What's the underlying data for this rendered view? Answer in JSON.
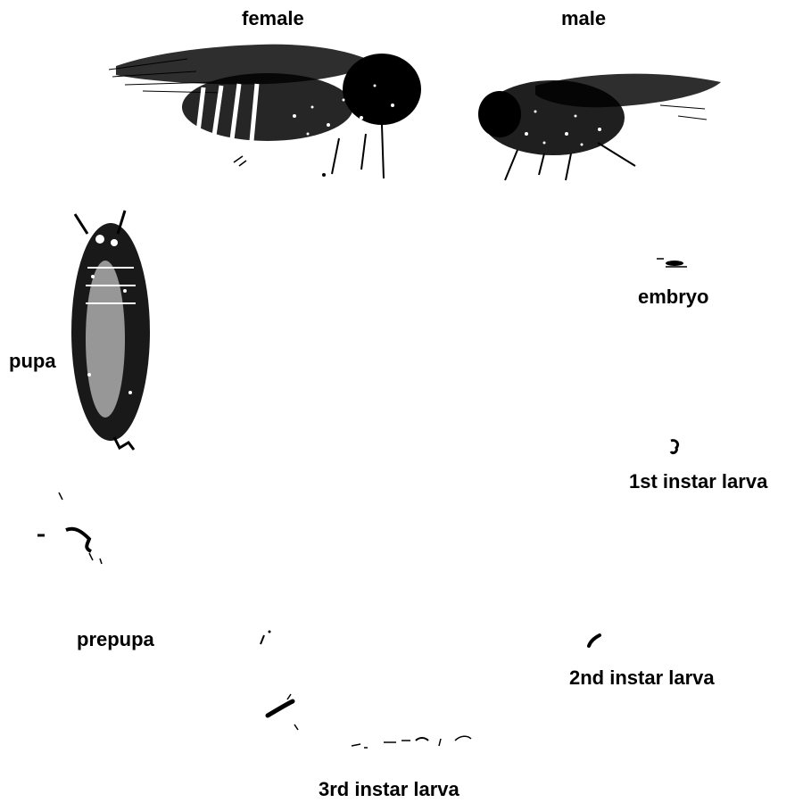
{
  "figure": {
    "background": "#ffffff",
    "ink_color": "#000000",
    "stages": {
      "female": "female",
      "male": "male",
      "embryo": "embryo",
      "first_instar": "1st instar larva",
      "second_instar": "2nd instar larva",
      "third_instar": "3rd instar larva",
      "prepupa": "prepupa",
      "pupa": "pupa"
    }
  }
}
